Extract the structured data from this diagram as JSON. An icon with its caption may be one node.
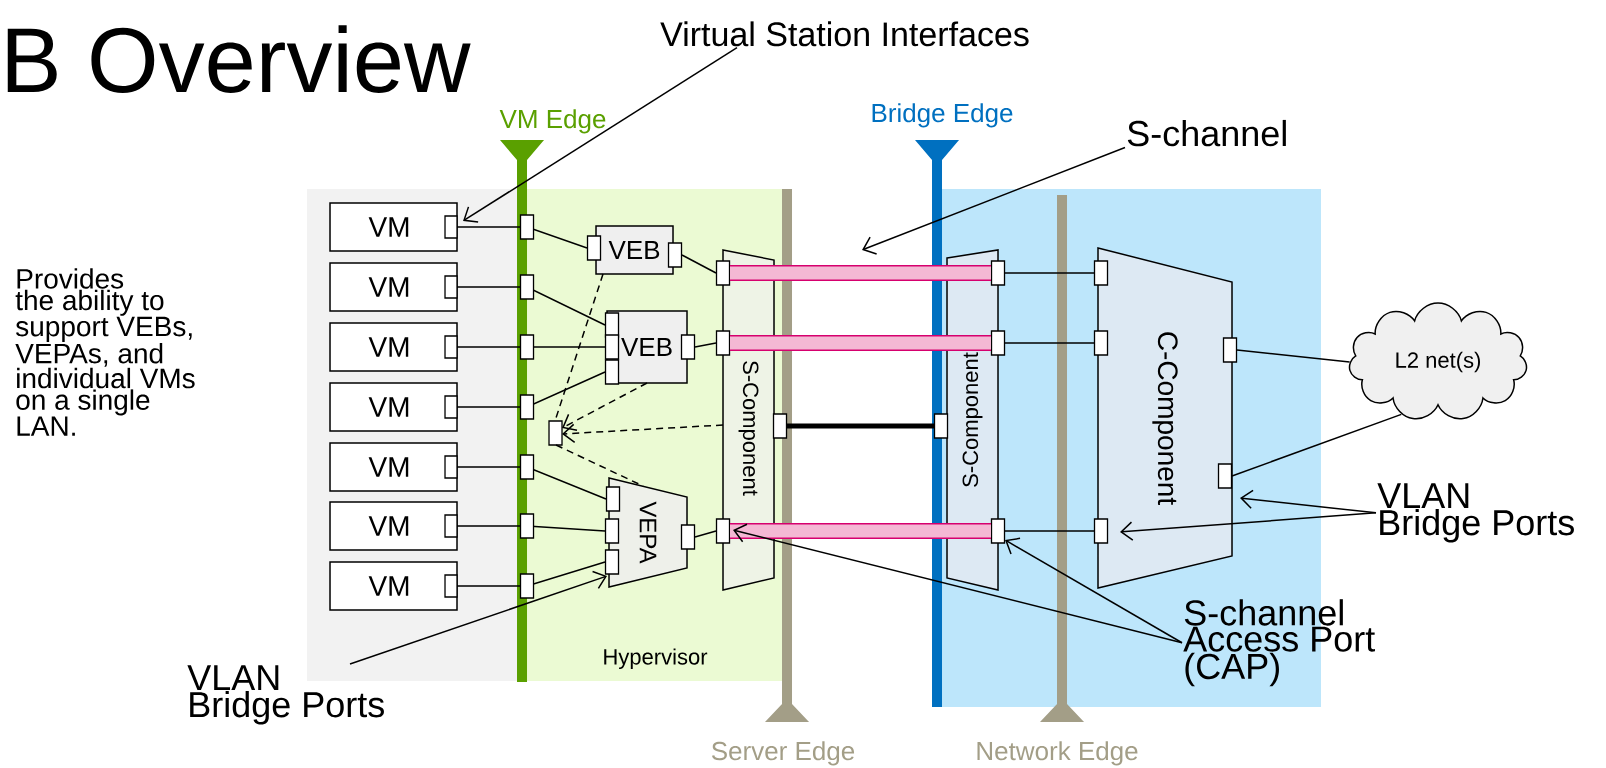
{
  "diagram": {
    "title": "B Overview",
    "nodes": [
      {
        "text": [],
        "shape": "box"
      },
      {
        "text": [
          "Hypervisor"
        ]
      },
      {
        "text": [],
        "shape": "box"
      },
      {
        "text": [
          "VM"
        ],
        "in": 0
      },
      {
        "text": [
          "VM"
        ],
        "in": 0
      },
      {
        "text": [
          "VM"
        ],
        "in": 0
      },
      {
        "text": [
          "VM"
        ],
        "in": 0
      },
      {
        "text": [
          "VM"
        ],
        "in": 0
      },
      {
        "text": [
          "VM"
        ],
        "in": 0
      },
      {
        "text": [
          "VM"
        ],
        "in": 0
      },
      {
        "text": [
          "VEB"
        ],
        "in": 1
      },
      {
        "text": [
          "VEB"
        ],
        "in": 1
      },
      {
        "text": [
          "VEPA"
        ],
        "in": 1
      },
      {
        "text": [],
        "shape": "box",
        "in": 1
      },
      {
        "text": [
          "S-Component"
        ],
        "in": 1
      },
      {
        "text": [
          "S-Component"
        ],
        "in": 2
      },
      {
        "text": [
          "C-Component"
        ],
        "in": 2
      },
      {
        "text": [
          "L2 net(s)"
        ]
      },
      {
        "text": [
          "VM Edge"
        ]
      },
      {
        "text": [
          "Bridge Edge"
        ]
      },
      {
        "text": [
          "Server Edge"
        ]
      },
      {
        "text": [
          "Network Edge"
        ]
      },
      {
        "text": [
          "Virtual Station Interfaces"
        ]
      },
      {
        "text": [
          "S-channel"
        ]
      },
      {
        "text": [
          "VLAN Bridge Ports"
        ]
      },
      {
        "text": [
          "VLAN Bridge Ports"
        ]
      },
      {
        "text": [
          "S-channel Access Port (CAP)"
        ]
      }
    ],
    "edges": [
      {
        "from": 3,
        "to": 10,
        "arrow": "none"
      },
      {
        "from": 4,
        "to": 11,
        "arrow": "none"
      },
      {
        "from": 5,
        "to": 11,
        "arrow": "none"
      },
      {
        "from": 6,
        "to": 11,
        "arrow": "none"
      },
      {
        "from": 7,
        "to": 12,
        "arrow": "none"
      },
      {
        "from": 8,
        "to": 12,
        "arrow": "none"
      },
      {
        "from": 9,
        "to": 12,
        "arrow": "none"
      },
      {
        "from": 10,
        "to": 14,
        "arrow": "none"
      },
      {
        "from": 11,
        "to": 14,
        "arrow": "none"
      },
      {
        "from": 12,
        "to": 14,
        "arrow": "none"
      },
      {
        "from": 14,
        "to": 15,
        "arrow": "none",
        "style": "thick",
        "color": "#d6006e"
      },
      {
        "from": 14,
        "to": 15,
        "arrow": "none",
        "style": "thick",
        "color": "#d6006e"
      },
      {
        "from": 14,
        "to": 15,
        "arrow": "none",
        "style": "thick",
        "color": "#d6006e"
      },
      {
        "from": 14,
        "to": 15,
        "arrow": "none",
        "style": "thick"
      },
      {
        "from": 15,
        "to": 16,
        "arrow": "none"
      },
      {
        "from": 15,
        "to": 16,
        "arrow": "none"
      },
      {
        "from": 15,
        "to": 16,
        "arrow": "none"
      },
      {
        "from": 16,
        "to": 17,
        "arrow": "none"
      },
      {
        "from": 16,
        "to": 17,
        "arrow": "none"
      },
      {
        "from": 10,
        "to": 13,
        "arrow": "none",
        "style": "dashed"
      },
      {
        "from": 11,
        "to": 13,
        "arrow": "to",
        "style": "dashed"
      },
      {
        "from": 14,
        "to": 13,
        "arrow": "to",
        "style": "dashed"
      },
      {
        "from": 13,
        "to": 12,
        "arrow": "none",
        "style": "dashed"
      },
      {
        "from": 22,
        "to": 3,
        "arrow": "to"
      },
      {
        "from": 23,
        "to": null,
        "arrow": "to"
      },
      {
        "from": 24,
        "to": 12,
        "arrow": "to"
      },
      {
        "from": 25,
        "to": 16,
        "arrow": "to"
      },
      {
        "from": 25,
        "to": 16,
        "arrow": "to"
      },
      {
        "from": 26,
        "to": 14,
        "arrow": "to"
      },
      {
        "from": 26,
        "to": 15,
        "arrow": "to"
      }
    ],
    "labels": [
      "Provides the ability to support VEBs, VEPAs, and individual VMs on a single LAN."
    ]
  }
}
